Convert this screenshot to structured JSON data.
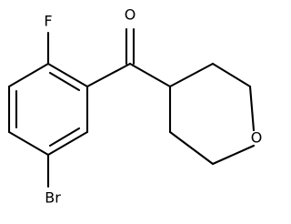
{
  "molecule": {
    "atoms": {
      "fluorine": "F",
      "carbonyl_oxygen": "O",
      "ring_oxygen": "O",
      "bromine": "Br"
    }
  }
}
